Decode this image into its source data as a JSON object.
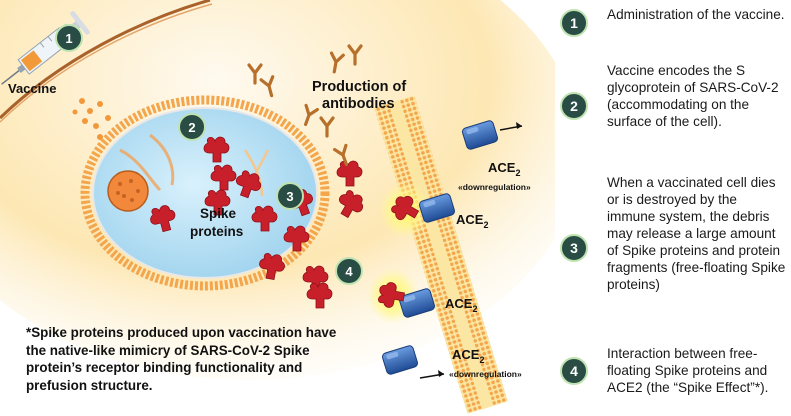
{
  "labels": {
    "vaccine": "Vaccine",
    "production_1": "Production of",
    "production_2": "antibodies",
    "spike_1": "Spike",
    "spike_2": "proteins",
    "ace2": "ACE",
    "ace2_sub": "2",
    "downregulation": "«downregulation»"
  },
  "markers": [
    "1",
    "2",
    "3",
    "4"
  ],
  "steps": [
    {
      "num": "1",
      "text": "Administration of the vaccine."
    },
    {
      "num": "2",
      "text": "Vaccine encodes the S glycoprotein of SARS-CoV-2 (accommodating on the surface of the cell)."
    },
    {
      "num": "3",
      "text": "When a vaccinated cell dies or is destroyed by the immune system, the debris may release a large amount of Spike proteins and protein fragments (free-floating Spike proteins)"
    },
    {
      "num": "4",
      "text": "Interaction between free-floating Spike proteins and ACE2 (the “Spike Effect”*)."
    }
  ],
  "footnote": "*Spike proteins produced upon vaccination have the native-like mimicry of SARS-CoV-2 Spike protein’s receptor binding functionality and prefusion structure.",
  "colors": {
    "badge": "#294c44",
    "badge_ring": "#bfe3b0",
    "spike": "#c8202b",
    "antibody": "#b7702b",
    "ace2": "#2f5da8",
    "membrane": "#f0a64e",
    "cell_fill": "#bfe4f6",
    "background_glow": "#fde7b3"
  }
}
